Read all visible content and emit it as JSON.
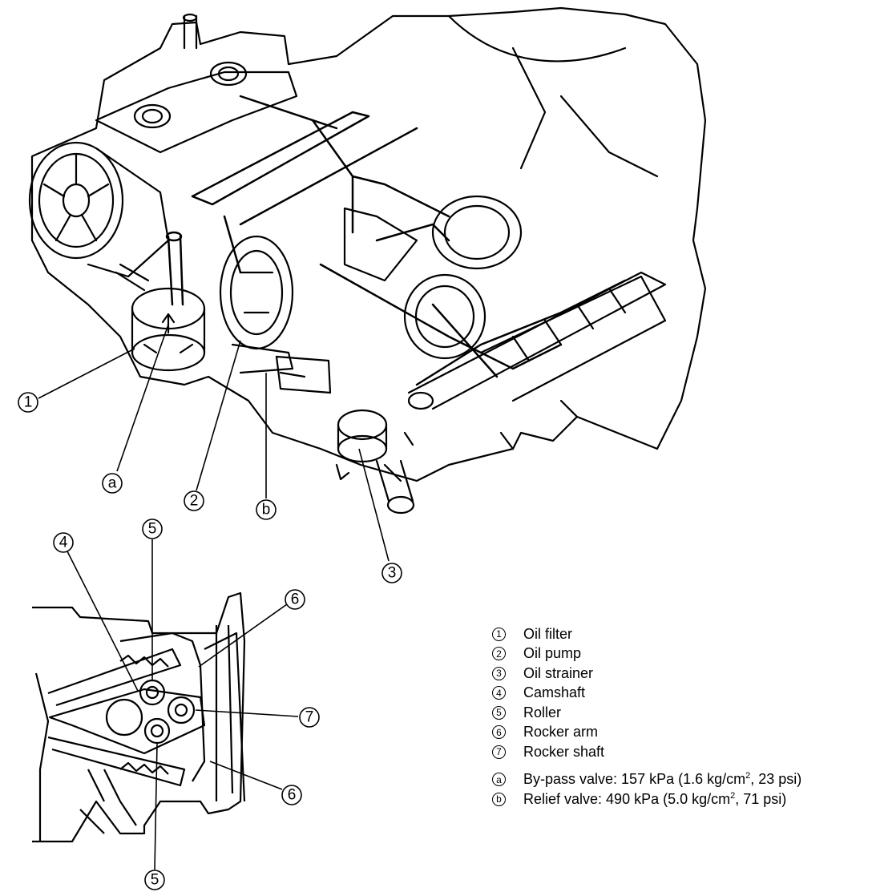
{
  "callouts": {
    "c1": "1",
    "c2": "2",
    "c3": "3",
    "c4": "4",
    "c5": "5",
    "c6": "6",
    "c7": "7",
    "ca": "a",
    "cb": "b"
  },
  "legend": {
    "items": [
      {
        "mark": "1",
        "label": "Oil filter"
      },
      {
        "mark": "2",
        "label": "Oil pump"
      },
      {
        "mark": "3",
        "label": "Oil strainer"
      },
      {
        "mark": "4",
        "label": "Camshaft"
      },
      {
        "mark": "5",
        "label": "Roller"
      },
      {
        "mark": "6",
        "label": "Rocker arm"
      },
      {
        "mark": "7",
        "label": "Rocker shaft"
      }
    ],
    "valves": [
      {
        "mark": "a",
        "label_prefix": "By-pass valve: 157 kPa (1.6 kg/cm",
        "sup": "2",
        "label_suffix": ", 23 psi)"
      },
      {
        "mark": "b",
        "label_prefix": "Relief valve: 490 kPa (5.0 kg/cm",
        "sup": "2",
        "label_suffix": ", 71 psi)"
      }
    ]
  }
}
